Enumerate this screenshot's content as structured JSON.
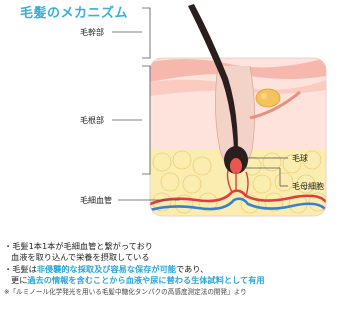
{
  "title": "毛髪のメカニズム",
  "labels": {
    "shaft": "毛幹部",
    "root": "毛根部",
    "bulb": "毛球",
    "matrix": "毛母細胞",
    "capillary": "毛細血管"
  },
  "notes": {
    "line1": "・毛髪1本1本が毛細血管と繋がっており",
    "line2": "血液を取り込んで栄養を摂取している",
    "line3_pre": "・毛髪は",
    "line3_hl": "非侵襲的な採取及び容易な保存が可能",
    "line3_post": "であり、",
    "line4_pre": "更に",
    "line4_hl": "過去の情報を含むことから血液や尿に替わる生体試料として有用",
    "footnote": "※「ルミノール化学発光を用いる毛髪中糖化タンパクの高感度測定法の開発」より"
  },
  "colors": {
    "title": "#3aaed8",
    "skin_top": "#f6b8ad",
    "skin_mid": "#fde3dc",
    "fat": "#fbedb0",
    "hair": "#2a1e1e",
    "artery": "#e23c3c",
    "vein": "#3a7fd1",
    "gland": "#f6c25a",
    "highlight": "#2ba6d9"
  }
}
